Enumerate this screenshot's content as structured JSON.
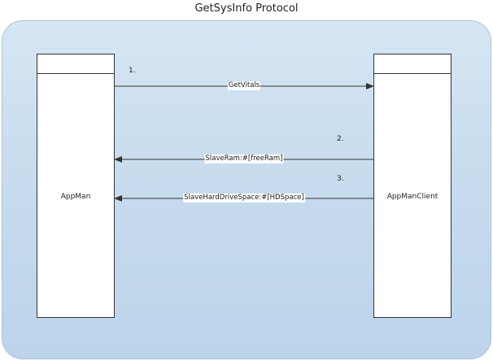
{
  "diagram": {
    "title": "GetSysInfo Protocol",
    "participants": {
      "left": "AppMan",
      "right": "AppManClient"
    },
    "messages": [
      {
        "number": "1.",
        "label": "GetVitals",
        "direction": "left-to-right"
      },
      {
        "number": "2.",
        "label": "SlaveRam:#[freeRam]",
        "direction": "right-to-left"
      },
      {
        "number": "3.",
        "label": "SlaveHardDriveSpace:#[HDSpace]",
        "direction": "right-to-left"
      }
    ]
  }
}
